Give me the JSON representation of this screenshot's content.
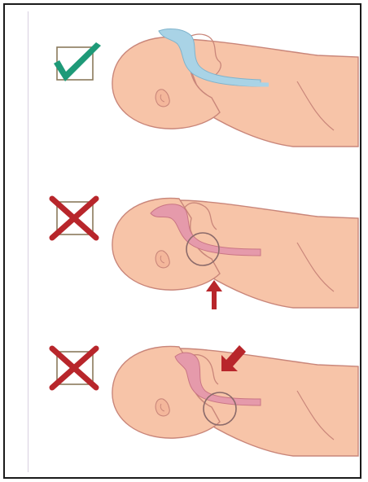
{
  "panels": [
    {
      "id": "correct",
      "marker": "check-mark",
      "marker_color": "#1e9a78",
      "airway_color": "#a9d3e6",
      "verdict": "correct"
    },
    {
      "id": "hyperextended",
      "marker": "x-mark",
      "marker_color": "#b8262b",
      "airway_color": "#e59aab",
      "verdict": "incorrect"
    },
    {
      "id": "flexed",
      "marker": "x-mark",
      "marker_color": "#b8262b",
      "airway_color": "#e59aab",
      "verdict": "incorrect"
    }
  ],
  "colors": {
    "skin": "#f7c4a8",
    "skin_outline": "#c9867a",
    "arrow": "#b8262b",
    "box_border": "#8a7a5c",
    "frame": "#1a1a1a"
  }
}
